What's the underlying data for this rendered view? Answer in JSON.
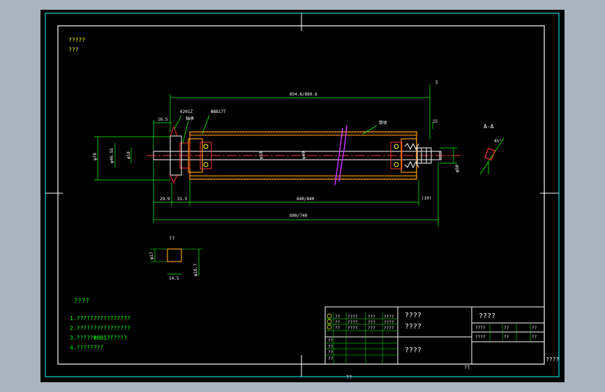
{
  "notes_header": {
    "line1": "?????",
    "line2": "???"
  },
  "dimensions": {
    "overall_top": "854.6/860.6",
    "middle": "840/840",
    "overall_bottom": "890/740",
    "left_1": "29.9",
    "left_2": "31.5",
    "right_small": "(10)",
    "top_left": "16.5",
    "vertical_left_1": "φ78",
    "vertical_left_2": "φ46.55",
    "vertical_left_3": "φ18",
    "vertical_mid": "φ18",
    "vertical_mid2": "φ40",
    "vertical_right": "φ50",
    "right_side_1": "5",
    "right_side_2": "15",
    "label_bearing": "6201Z",
    "label_seal": "ΦBB17T",
    "label_tube": "筒体",
    "label_shaft": "轴承"
  },
  "section": {
    "title": "A-A",
    "angle": "45°"
  },
  "detail": {
    "title": "??",
    "dim_top": "φ17",
    "dim_bottom": "14.5",
    "dim_right": "φ16.7"
  },
  "requirements": {
    "title": "????",
    "items": [
      "1.????????????????",
      "2.????????????????",
      "3.?????ΦBB17T????",
      "4.????????"
    ]
  },
  "title_block": {
    "rows_left": [
      [
        "??",
        "????",
        "???",
        "????"
      ],
      [
        "??",
        "????",
        "???",
        "????"
      ],
      [
        "??",
        "????",
        "???",
        "????"
      ]
    ],
    "main_title": "????",
    "sub_title": "????",
    "drawing_name": "????",
    "bottom_title": "????",
    "cells_right": [
      "????",
      "??",
      "??",
      "????",
      "??",
      "??"
    ],
    "row_small": [
      "??",
      "??",
      "??",
      "??"
    ],
    "corner": "????",
    "sheet": "??"
  },
  "footer_text": "??"
}
